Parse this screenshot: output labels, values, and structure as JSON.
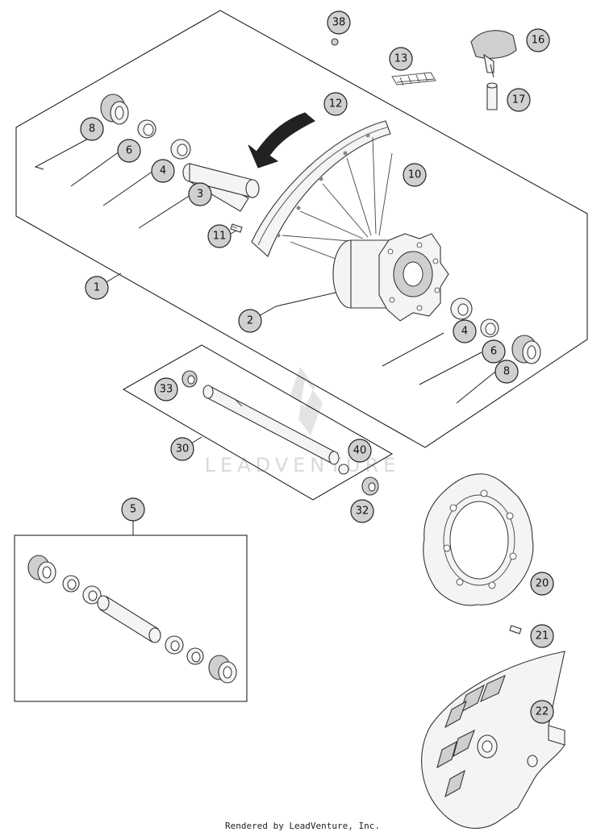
{
  "watermark": "LEADVENTURE",
  "footer": "Rendered by LeadVenture, Inc.",
  "callouts": {
    "p38": "38",
    "p16": "16",
    "p13": "13",
    "p17": "17",
    "p8a": "8",
    "p12": "12",
    "p6a": "6",
    "p4a": "4",
    "p10": "10",
    "p3": "3",
    "p11": "11",
    "p1": "1",
    "p2": "2",
    "p4b": "4",
    "p6b": "6",
    "p8b": "8",
    "p33": "33",
    "p30": "30",
    "p40": "40",
    "p32": "32",
    "p5": "5",
    "p20": "20",
    "p21": "21",
    "p22": "22"
  }
}
